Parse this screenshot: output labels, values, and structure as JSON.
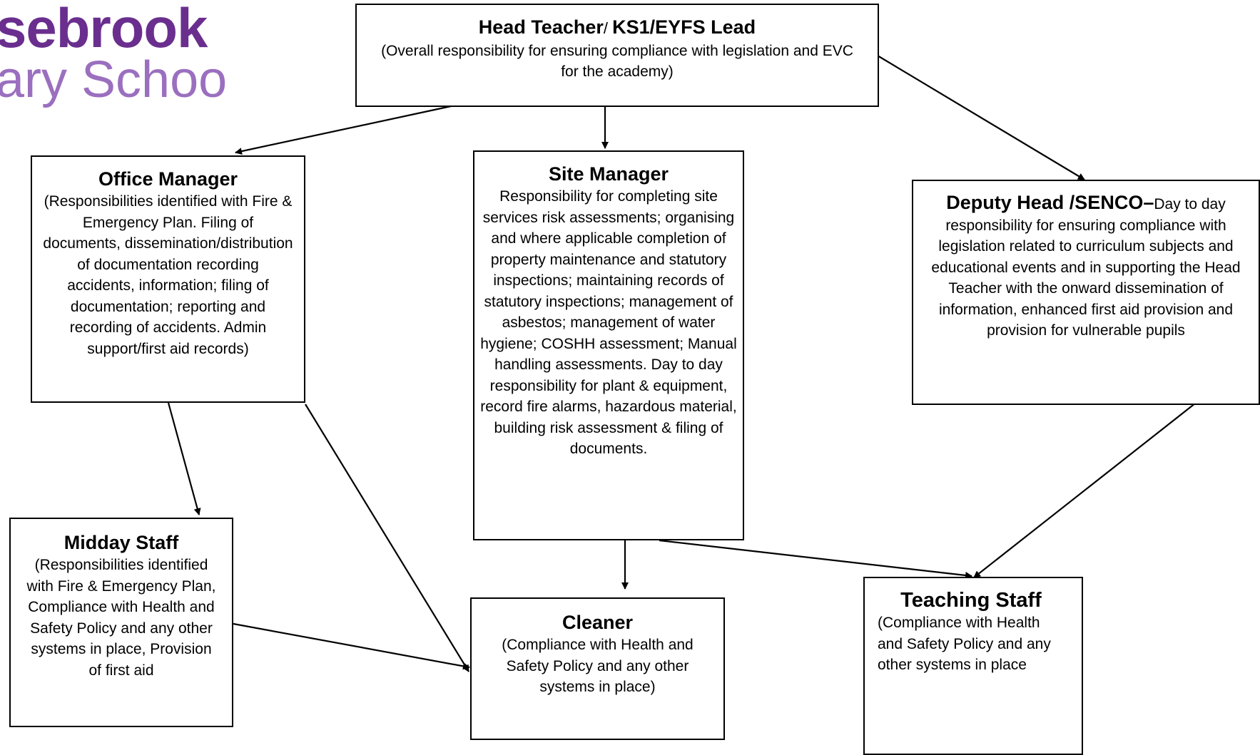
{
  "logo": {
    "line1": "sebrook",
    "line2": "ary School",
    "colors": {
      "primary": "#6a2f8e",
      "secondary": "#9b6fbf"
    }
  },
  "boxes": {
    "head_teacher": {
      "title_a": "Head Teacher",
      "title_sep": "/ ",
      "title_b": "KS1/EYFS Lead",
      "desc": "(Overall responsibility for ensuring compliance with legislation and EVC for the academy)"
    },
    "office_manager": {
      "title": "Office Manager",
      "desc": "(Responsibilities identified with Fire & Emergency Plan. Filing of documents, dissemination/distribution of documentation recording accidents, information; filing of documentation; reporting and recording of accidents. Admin support/first aid records)"
    },
    "site_manager": {
      "title": "Site Manager",
      "desc": "Responsibility for completing site services risk assessments; organising and where applicable completion of property maintenance and statutory inspections; maintaining records of statutory inspections; management of asbestos; management of water hygiene; COSHH assessment; Manual handling assessments. Day to day responsibility for plant & equipment, record fire alarms, hazardous material, building risk assessment & filing of documents."
    },
    "deputy_head": {
      "title": "Deputy Head /SENCO–",
      "desc": "Day to day responsibility for ensuring compliance with legislation related to curriculum subjects and educational events and in supporting the Head Teacher with the onward dissemination of information, enhanced first aid provision and provision for vulnerable pupils"
    },
    "midday_staff": {
      "title": "Midday Staff",
      "desc": "(Responsibilities identified with Fire & Emergency Plan, Compliance with Health and Safety Policy and any other systems in place, Provision of first aid"
    },
    "cleaner": {
      "title": "Cleaner",
      "desc": "(Compliance with Health and Safety Policy and any other systems in place)"
    },
    "teaching_staff": {
      "title": "Teaching Staff",
      "desc": "(Compliance with Health and Safety Policy and any other systems in place"
    }
  },
  "connectors": [
    {
      "from": "head_teacher",
      "to": "office_manager"
    },
    {
      "from": "head_teacher",
      "to": "site_manager"
    },
    {
      "from": "head_teacher",
      "to": "deputy_head"
    },
    {
      "from": "office_manager",
      "to": "midday_staff"
    },
    {
      "from": "office_manager",
      "to": "cleaner"
    },
    {
      "from": "midday_staff",
      "to": "cleaner"
    },
    {
      "from": "site_manager",
      "to": "cleaner"
    },
    {
      "from": "site_manager",
      "to": "teaching_staff"
    },
    {
      "from": "deputy_head",
      "to": "teaching_staff"
    }
  ]
}
